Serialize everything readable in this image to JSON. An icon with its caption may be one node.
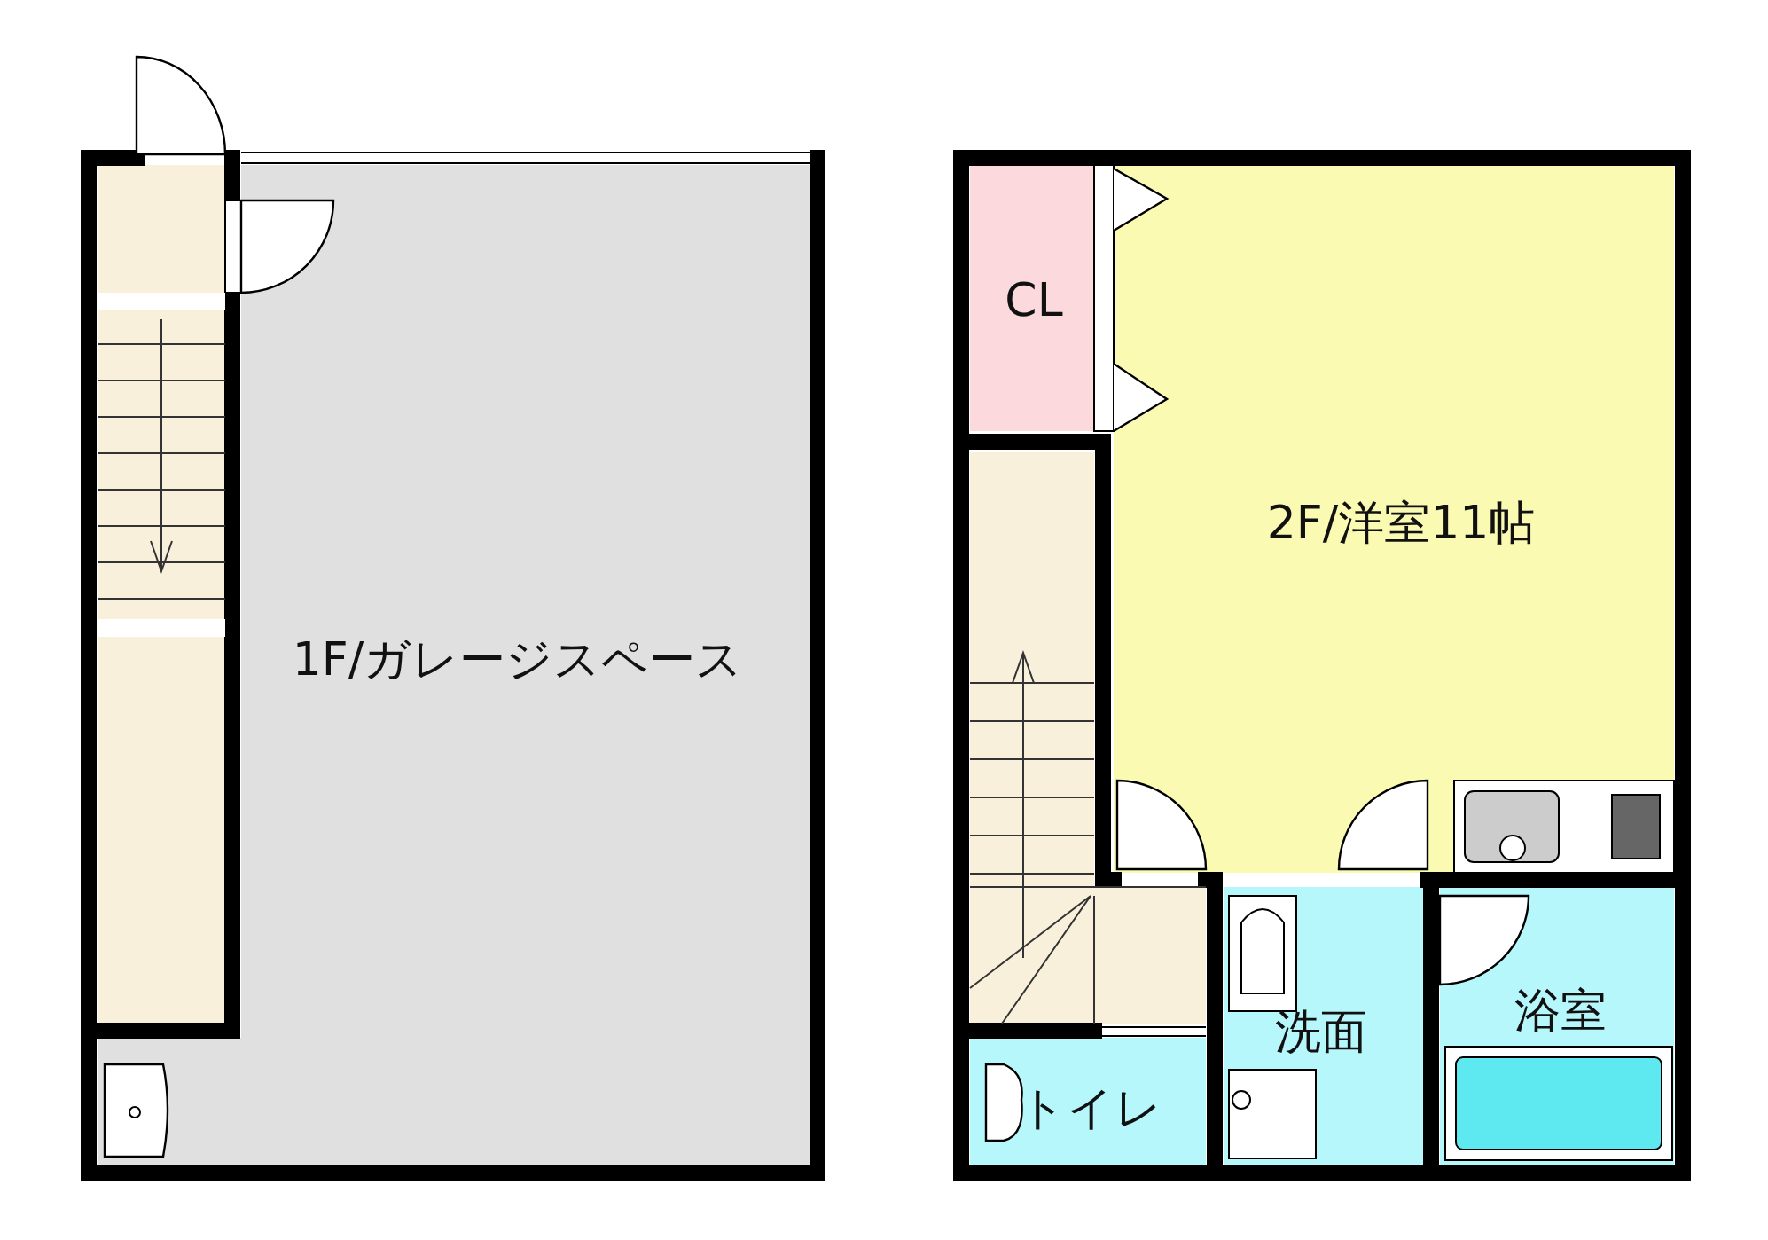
{
  "diagram": {
    "nodes": [
      {
        "text": [
          "1F/ガレージスペース"
        ]
      },
      {
        "text": [],
        "shape": "box"
      },
      {
        "text": [
          "CL"
        ]
      },
      {
        "text": [
          "2F/洋室11帖"
        ]
      },
      {
        "text": [],
        "shape": "box"
      },
      {
        "text": [
          "トイレ"
        ]
      },
      {
        "text": [
          "洗面"
        ]
      },
      {
        "text": [
          "浴室"
        ]
      }
    ]
  }
}
